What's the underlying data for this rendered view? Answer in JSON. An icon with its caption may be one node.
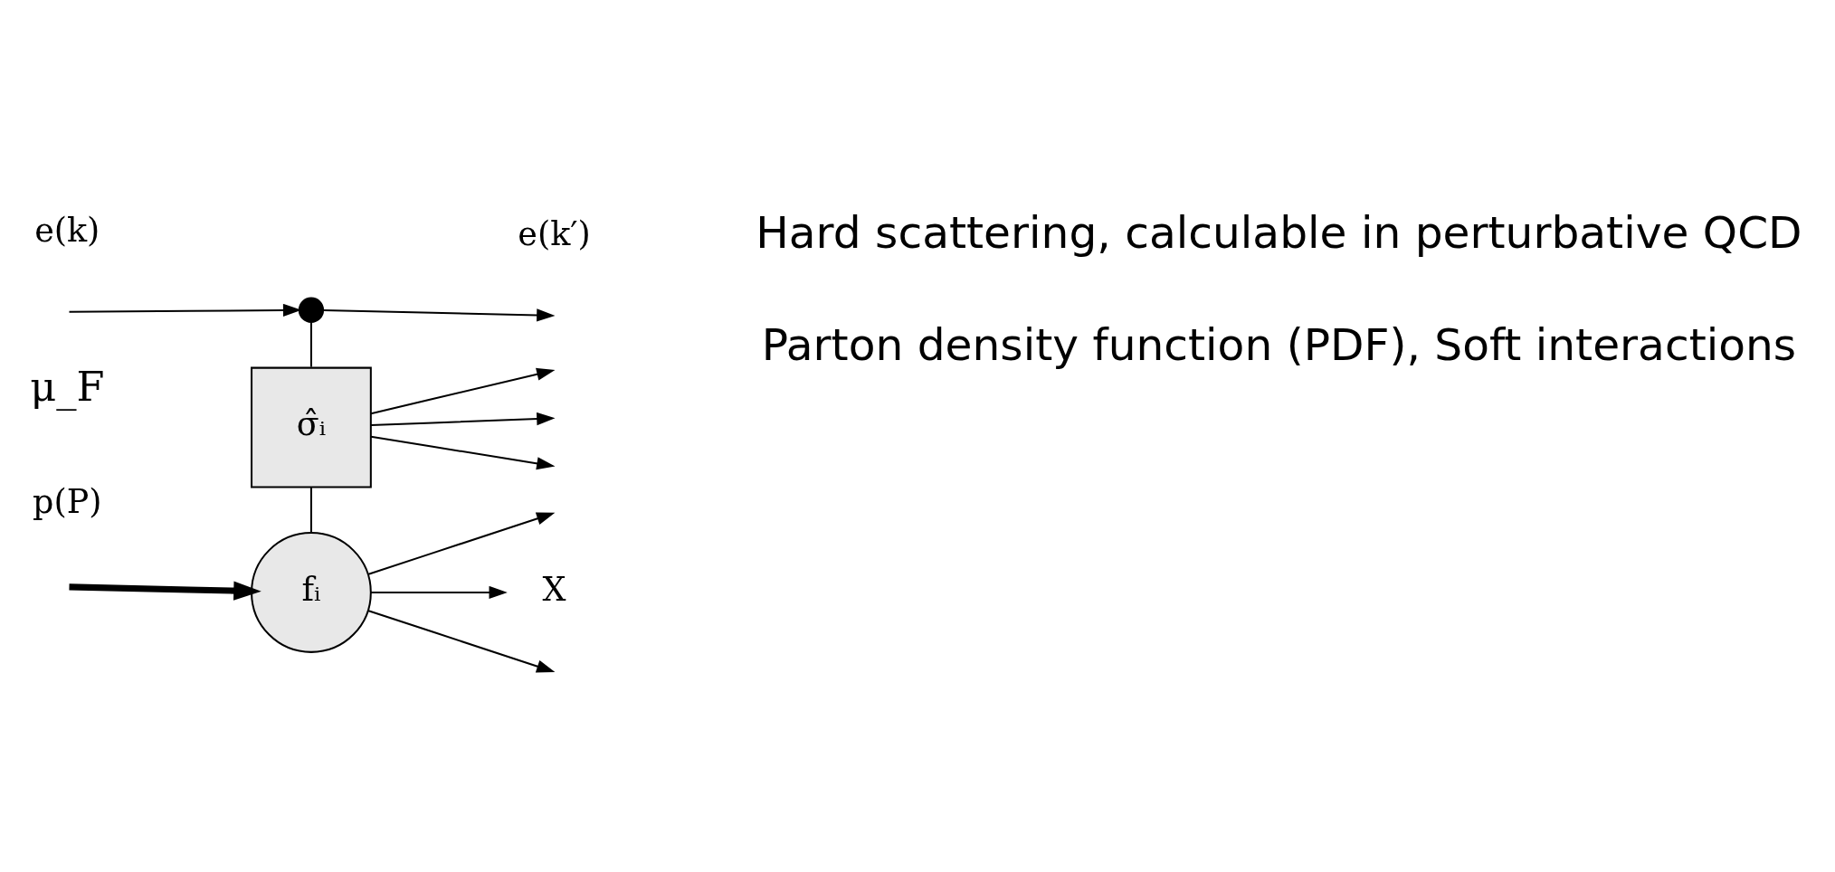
{
  "diagram": {
    "nodes": [
      {
        "text": [],
        "shape": "circle"
      },
      {
        "text": [
          "σ̂ᵢ"
        ]
      },
      {
        "text": [
          "fᵢ"
        ]
      },
      {
        "text": [
          "X"
        ]
      }
    ],
    "edges": [
      {
        "from": 0,
        "to": null,
        "arrow": "to"
      },
      {
        "from": null,
        "to": 0,
        "arrow": "to"
      },
      {
        "from": 0,
        "to": 1,
        "arrow": "none"
      },
      {
        "from": 1,
        "to": null,
        "arrow": "to"
      },
      {
        "from": 1,
        "to": null,
        "arrow": "to"
      },
      {
        "from": 1,
        "to": null,
        "arrow": "to"
      },
      {
        "from": 1,
        "to": 2,
        "arrow": "none"
      },
      {
        "from": 2,
        "to": null,
        "arrow": "to"
      },
      {
        "from": 2,
        "to": 3,
        "arrow": "to"
      },
      {
        "from": 2,
        "to": null,
        "arrow": "to"
      },
      {
        "from": null,
        "to": 2,
        "arrow": "to",
        "style": "thick"
      }
    ],
    "labels": [
      "e(k)",
      "e(k′)",
      "μ_F",
      "Hard scattering, calculable in perturbative QCD",
      "p(P)",
      "Parton density function (PDF), Soft interactions"
    ]
  }
}
